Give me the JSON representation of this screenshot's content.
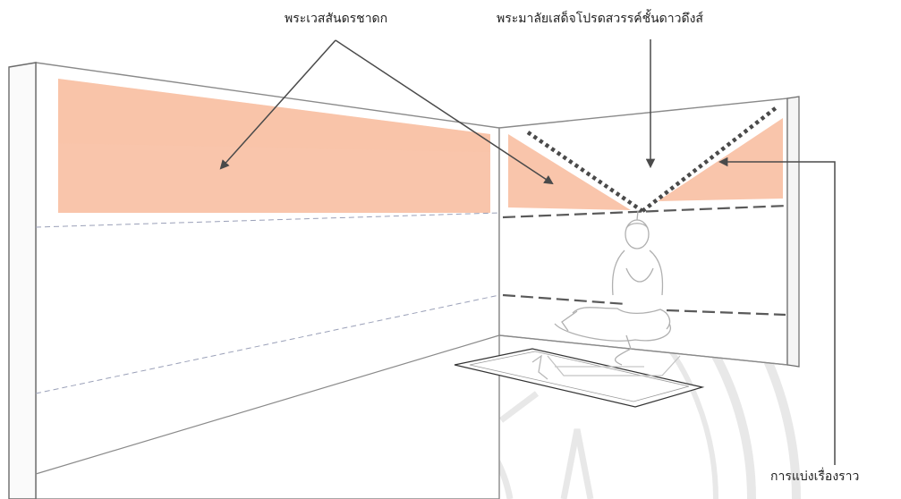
{
  "labels": {
    "murals_left": "พระเวสสันดรชาดก",
    "murals_right": "พระมาลัยเสด็จโปรดสวรรค์ชั้นดาวดึงส์",
    "story_division": "การแบ่งเรื่องราว"
  },
  "colors": {
    "mural_fill": "#f7b28f",
    "line": "#6a6a6a",
    "wall_line": "#8a8a8a",
    "dash": "#5a5a5a",
    "watermark": "#d6d6d6",
    "text": "#222222"
  }
}
